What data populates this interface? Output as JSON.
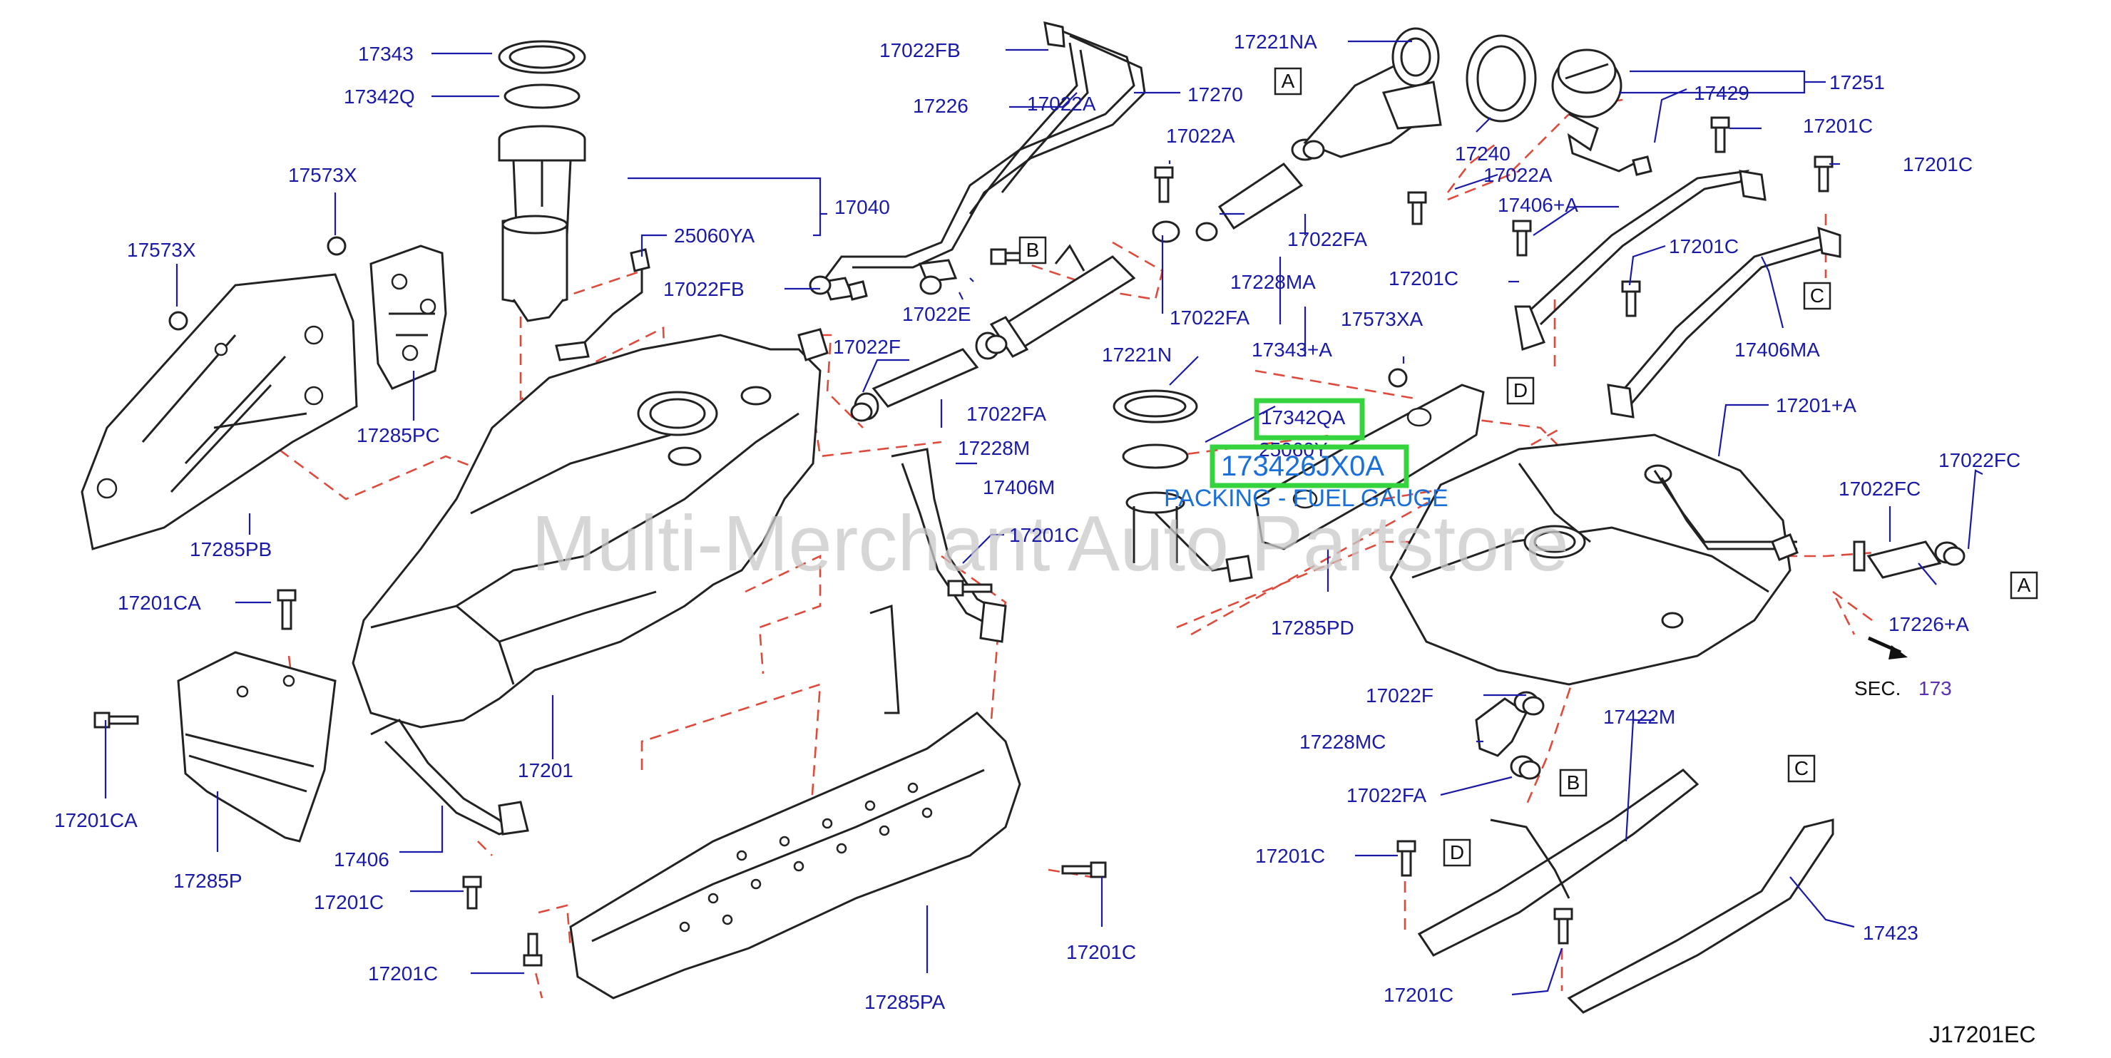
{
  "diagram_code": "J17201EC",
  "watermark": "Multi-Merchant Auto Partstore",
  "highlight": {
    "part_number": "173426JX0A",
    "description": "PACKING - FUEL GAUGE"
  },
  "sec_ref": {
    "label": "SEC.",
    "number": "173"
  },
  "ref_letters": [
    "A",
    "B",
    "C",
    "D"
  ],
  "labels": [
    "17343",
    "17342Q",
    "17040",
    "25060YA",
    "17022FB",
    "17573X",
    "17573X",
    "17285PC",
    "17285PB",
    "17201",
    "17201CA",
    "17201CA",
    "17285P",
    "17406",
    "17201C",
    "17201C",
    "17285PA",
    "17201C",
    "17022FB",
    "17226",
    "17270",
    "17022A",
    "17022E",
    "17022F",
    "17022FA",
    "17228M",
    "17406M",
    "17201C",
    "17221NA",
    "17240",
    "17022A",
    "17022A",
    "17022FA",
    "17228MA",
    "17022FA",
    "17221N",
    "17573XA",
    "17343+A",
    "17342QA",
    "25060Y",
    "17285PD",
    "17429",
    "17251",
    "17201C",
    "17201C",
    "17406+A",
    "17201C",
    "17201C",
    "17406MA",
    "17201+A",
    "17022FC",
    "17022FC",
    "17226+A",
    "17022F",
    "17228MC",
    "17022FA",
    "17422M",
    "17201C",
    "17423",
    "17201C"
  ]
}
